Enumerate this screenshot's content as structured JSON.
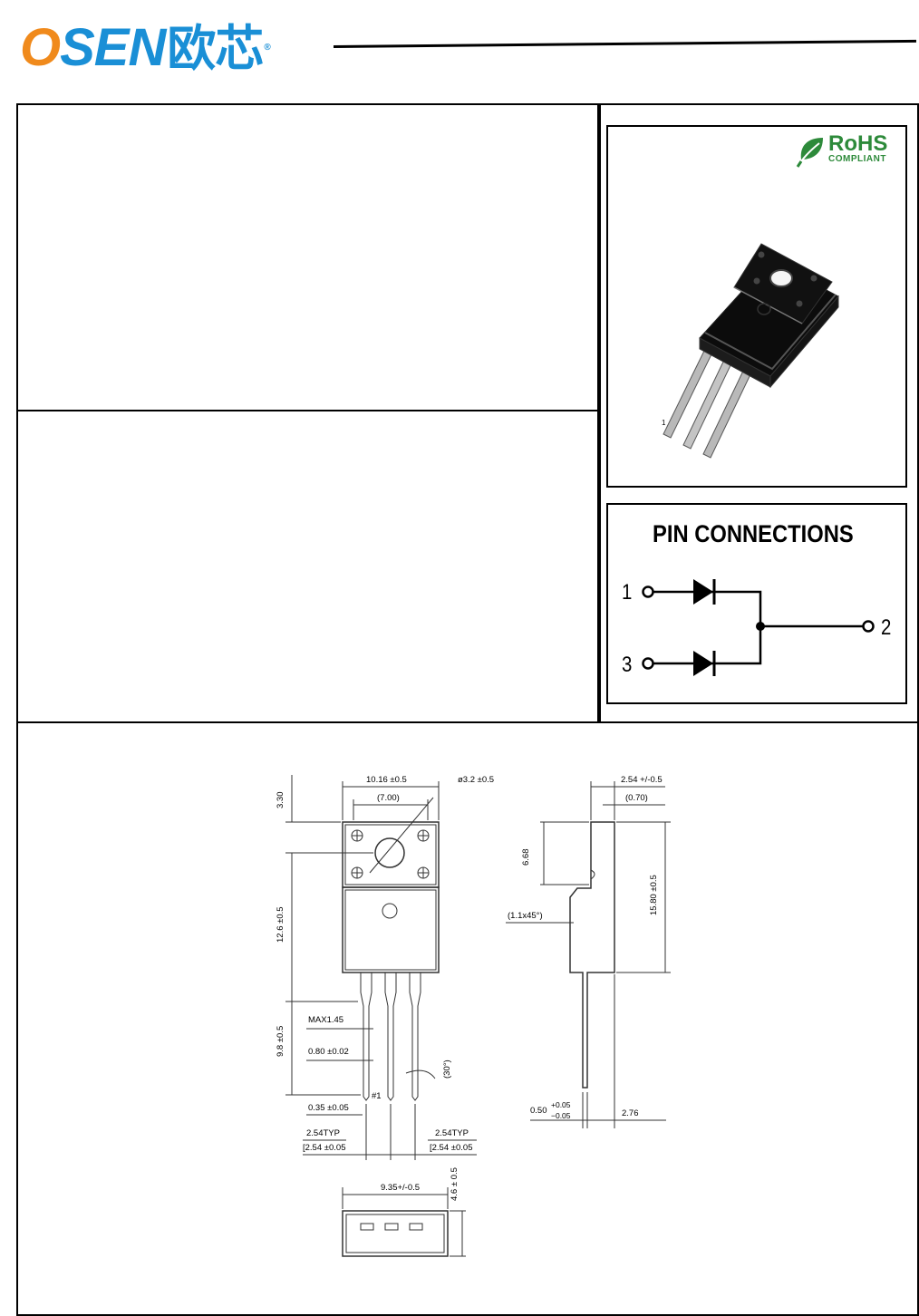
{
  "header": {
    "logo_latin": "SEN",
    "logo_o": "O",
    "logo_cn": "欧芯",
    "logo_reg": "®",
    "colors": {
      "logo_blue": "#1a8fd6",
      "logo_orange": "#f08a1c"
    }
  },
  "badges": {
    "rohs_main": "RoHS",
    "rohs_sub": "COMPLIANT",
    "rohs_color": "#2d8a3a"
  },
  "package_photo": {
    "pin_marker": "1"
  },
  "pin_connections": {
    "title": "PIN CONNECTIONS",
    "pins": [
      "1",
      "3",
      "2"
    ]
  },
  "drawing": {
    "front": {
      "width_overall": "10.16 ±0.5",
      "width_inner": "(7.00)",
      "hole_dia": "ø3.2 ±0.5",
      "top_height": "3.30",
      "body_height": "12.6 ±0.5",
      "lead_length": "9.8 ±0.5",
      "max_lead": "MAX1.45",
      "lead_width": "0.80 ±0.02",
      "lead_thickness": "0.35 ±0.05",
      "pin1_marker": "#1",
      "pitch_left_typ": "2.54TYP",
      "pitch_left_tol": "[2.54 ±0.05",
      "pitch_right_typ": "2.54TYP",
      "pitch_right_tol": "[2.54 ±0.05",
      "angle_label": "(30°)"
    },
    "side": {
      "thickness": "2.54 +/-0.5",
      "tab_thick": "(0.70)",
      "tab_height": "6.68",
      "chamfer": "(1.1x45°)",
      "overall_height": "15.80 ±0.5",
      "lead_off_main": "0.50",
      "lead_off_plus": "+0.05",
      "lead_off_minus": "−0.05",
      "lead_dim": "2.76"
    },
    "bottom": {
      "width": "9.35+/-0.5",
      "height": "4.6 ± 0.5"
    }
  }
}
